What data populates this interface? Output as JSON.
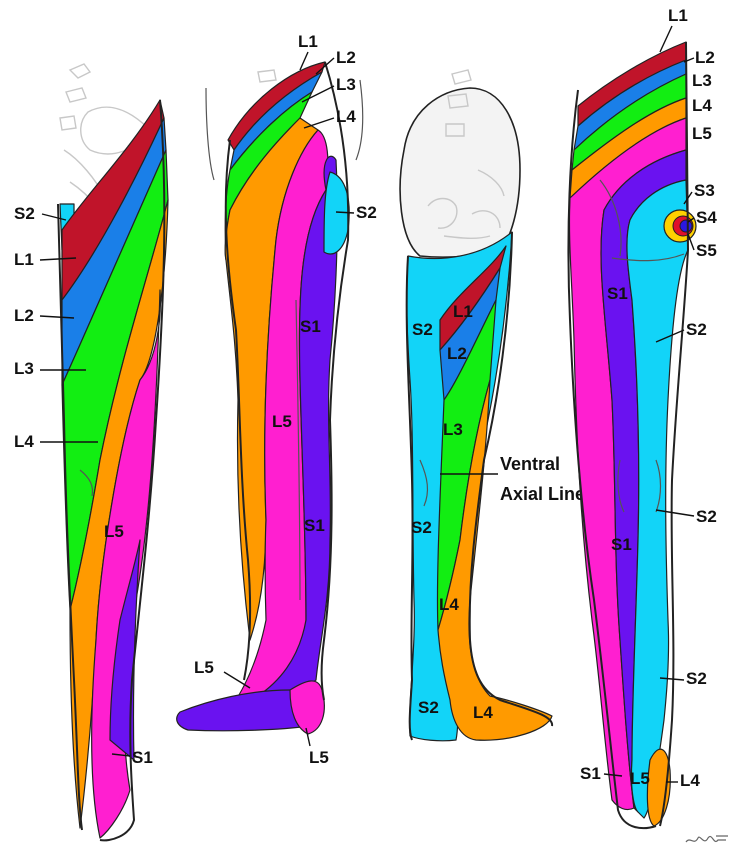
{
  "colors": {
    "L1": "#c0142a",
    "L2": "#1a7fe8",
    "L3": "#12ee12",
    "L4": "#ff9a00",
    "L5": "#ff1fd0",
    "S1": "#6a12f0",
    "S2": "#12d4f8",
    "S3": "#ffd000",
    "S4": "#e0102a",
    "S5": "#2a18e0",
    "outline": "#222222",
    "bone": "#c8c8c8"
  },
  "views": {
    "anterior": {
      "labels": {
        "s2": "S2",
        "l1": "L1",
        "l2": "L2",
        "l3": "L3",
        "l4": "L4",
        "l5": "L5",
        "s1": "S1"
      }
    },
    "lateral": {
      "labels": {
        "l1": "L1",
        "l2": "L2",
        "l3": "L3",
        "l4": "L4",
        "s2": "S2",
        "s1_upper": "S1",
        "l5_mid": "L5",
        "s1_lower": "S1",
        "l5_foot_left": "L5",
        "l5_foot_right": "L5"
      }
    },
    "medial": {
      "labels": {
        "l1": "L1",
        "s2_upper": "S2",
        "l2": "L2",
        "l3": "L3",
        "ventral_axial_line_1": "Ventral",
        "ventral_axial_line_2": "Axial Line",
        "s2_mid": "S2",
        "l4": "L4",
        "s2_foot": "S2",
        "l4_foot": "L4"
      }
    },
    "posterior": {
      "labels": {
        "l1": "L1",
        "l2": "L2",
        "l3": "L3",
        "l4": "L4",
        "l5": "L5",
        "s3": "S3",
        "s4": "S4",
        "s5": "S5",
        "s1_upper": "S1",
        "s2_upper": "S2",
        "s2_mid": "S2",
        "s1_mid": "S1",
        "s2_lower": "S2",
        "s1_foot": "S1",
        "l5_foot": "L5",
        "l4_foot": "L4"
      }
    }
  },
  "signature": "signature"
}
